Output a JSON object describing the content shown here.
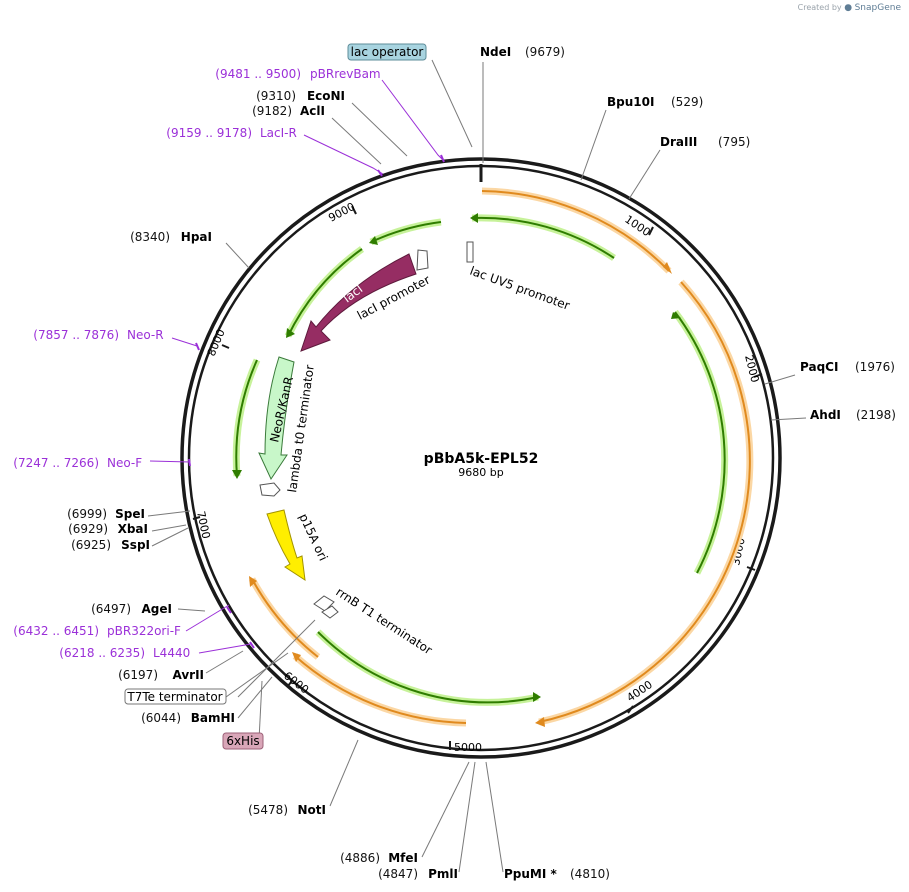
{
  "credit": {
    "prefix": "Created by",
    "brand": "SnapGene"
  },
  "plasmid": {
    "name": "pBbA5k-EPL52",
    "length_label": "9680 bp"
  },
  "ticks": [
    "1000",
    "2000",
    "3000",
    "4000",
    "5000",
    "6000",
    "7000",
    "8000",
    "9000"
  ],
  "sites": [
    {
      "name": "NdeI",
      "pos": "(9679)"
    },
    {
      "name": "Bpu10I",
      "pos": "(529)"
    },
    {
      "name": "DraIII",
      "pos": "(795)"
    },
    {
      "name": "PaqCI",
      "pos": "(1976)"
    },
    {
      "name": "AhdI",
      "pos": "(2198)"
    },
    {
      "name": "EcoNI",
      "pos": "(9310)"
    },
    {
      "name": "AclI",
      "pos": "(9182)"
    },
    {
      "name": "HpaI",
      "pos": "(8340)"
    },
    {
      "name": "SpeI",
      "pos": "(6999)"
    },
    {
      "name": "XbaI",
      "pos": "(6929)"
    },
    {
      "name": "SspI",
      "pos": "(6925)"
    },
    {
      "name": "AgeI",
      "pos": "(6497)"
    },
    {
      "name": "AvrII",
      "pos": "(6197)"
    },
    {
      "name": "BamHI",
      "pos": "(6044)"
    },
    {
      "name": "NotI",
      "pos": "(5478)"
    },
    {
      "name": "MfeI",
      "pos": "(4886)"
    },
    {
      "name": "PmlI",
      "pos": "(4847)"
    },
    {
      "name": "PpuMI *",
      "pos": "(4810)"
    }
  ],
  "primers": [
    {
      "range": "(9481 .. 9500)",
      "name": "pBRrevBam"
    },
    {
      "range": "(9159 .. 9178)",
      "name": "LacI-R"
    },
    {
      "range": "(7857 .. 7876)",
      "name": "Neo-R"
    },
    {
      "range": "(7247 .. 7266)",
      "name": "Neo-F"
    },
    {
      "range": "(6432 .. 6451)",
      "name": "pBR322ori-F"
    },
    {
      "range": "(6218 .. 6235)",
      "name": "L4440"
    }
  ],
  "boxed_features": [
    {
      "label": "lac operator",
      "color": "#a8d4e0"
    },
    {
      "label": "T7Te terminator",
      "color": "#ffffff"
    },
    {
      "label": "6xHis",
      "color": "#d9a6b8"
    }
  ],
  "features": {
    "lacI": "lacI",
    "lacI_promoter": "lacI promoter",
    "neo": "NeoR/KanR",
    "lambda_t0": "lambda t0 terminator",
    "p15a": "p15A ori",
    "rrnb_t1": "rrnB T1 terminator",
    "lac_uv5": "lac UV5 promoter"
  },
  "colors": {
    "backbone": "#1a1a1a",
    "primer": "#9b30d8",
    "cds_fill": "#962d63",
    "marker_fill": "#c8f7c9",
    "ori_fill": "#ffee00",
    "orange_arc": "#e08a1e",
    "orange_glow": "#fbd7a4",
    "green_arc": "#2f7d00",
    "green_glow": "#c7f29a",
    "lead": "#7a7a7a"
  }
}
